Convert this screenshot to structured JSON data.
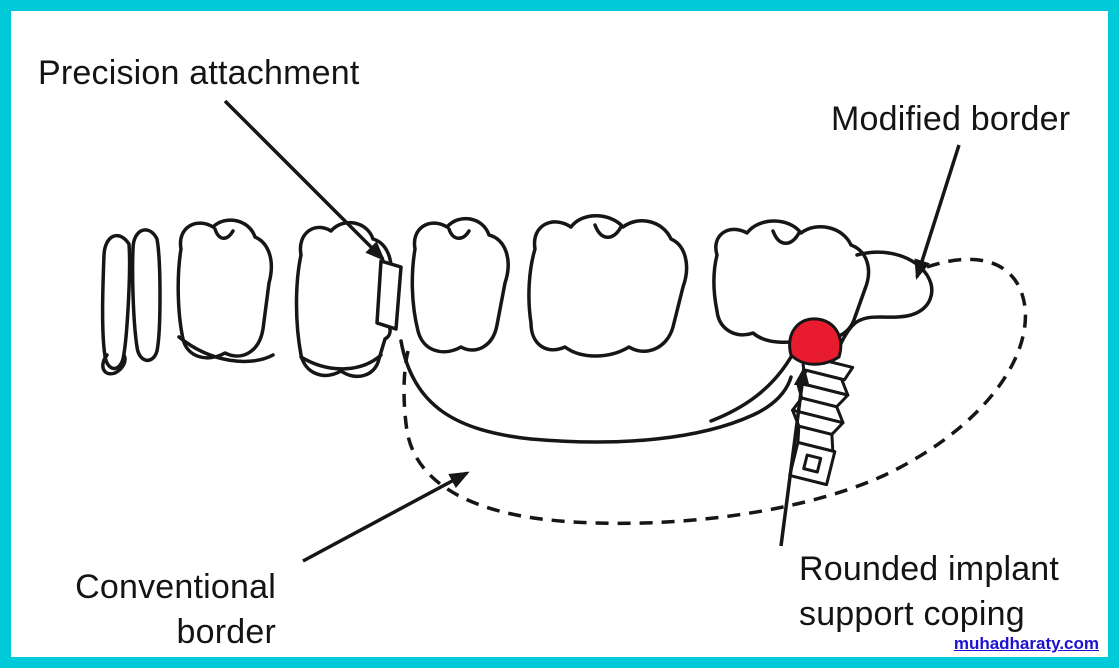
{
  "frame": {
    "border_color": "#00c9da",
    "background": "#ffffff"
  },
  "labels": {
    "precision_attachment": "Precision attachment",
    "modified_border": "Modified border",
    "conventional_border": "Conventional\nborder",
    "rounded_implant_support_coping": "Rounded implant\nsupport coping"
  },
  "watermark": {
    "text": "muhadharaty.com",
    "color": "#1d12d2"
  },
  "diagram": {
    "line_color": "#161616",
    "coping_color": "#e81c2e"
  }
}
